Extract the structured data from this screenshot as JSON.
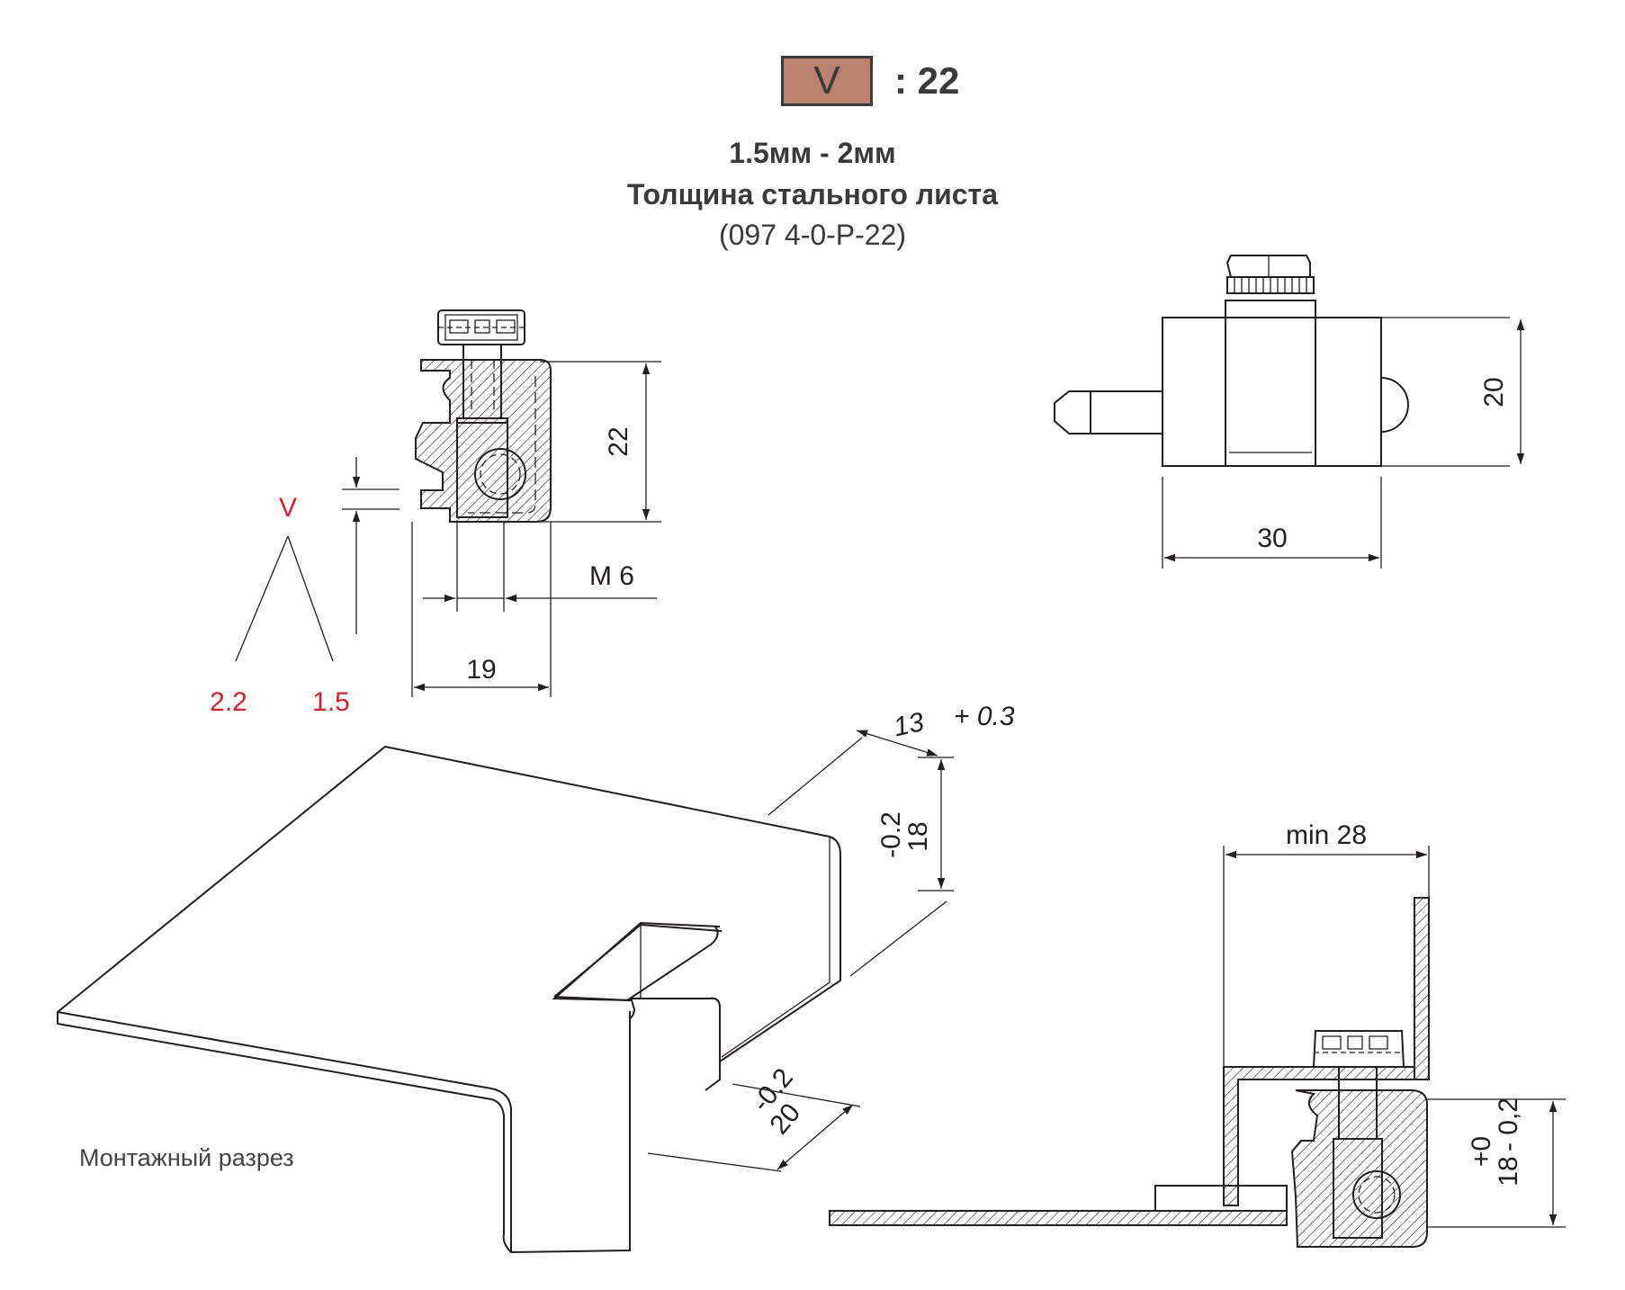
{
  "header": {
    "badge_letter": "V",
    "badge_color": "#b9826f",
    "ratio": ": 22",
    "thickness_range": "1.5мм - 2мм",
    "thickness_label": "Толщина стального листа",
    "part_number": "(097 4-0-P-22)"
  },
  "dimensions": {
    "front_height": "22",
    "thread": "M 6",
    "front_width": "19",
    "v_label": "V",
    "v_left": "2.2",
    "v_right": "1.5",
    "side_height": "20",
    "side_width": "30",
    "cut_width": "13",
    "cut_width_tol": "+ 0.3",
    "cut_depth": "18",
    "cut_depth_tol": "-0.2",
    "flange_width": "20",
    "flange_width_tol": "-0.2",
    "min_gap": "min 28",
    "install_height": "18",
    "install_tol_upper": "+0",
    "install_tol_lower": "- 0,2"
  },
  "caption": "Монтажный разрез",
  "colors": {
    "accent_red": "#d2232a",
    "line": "#231f20"
  }
}
